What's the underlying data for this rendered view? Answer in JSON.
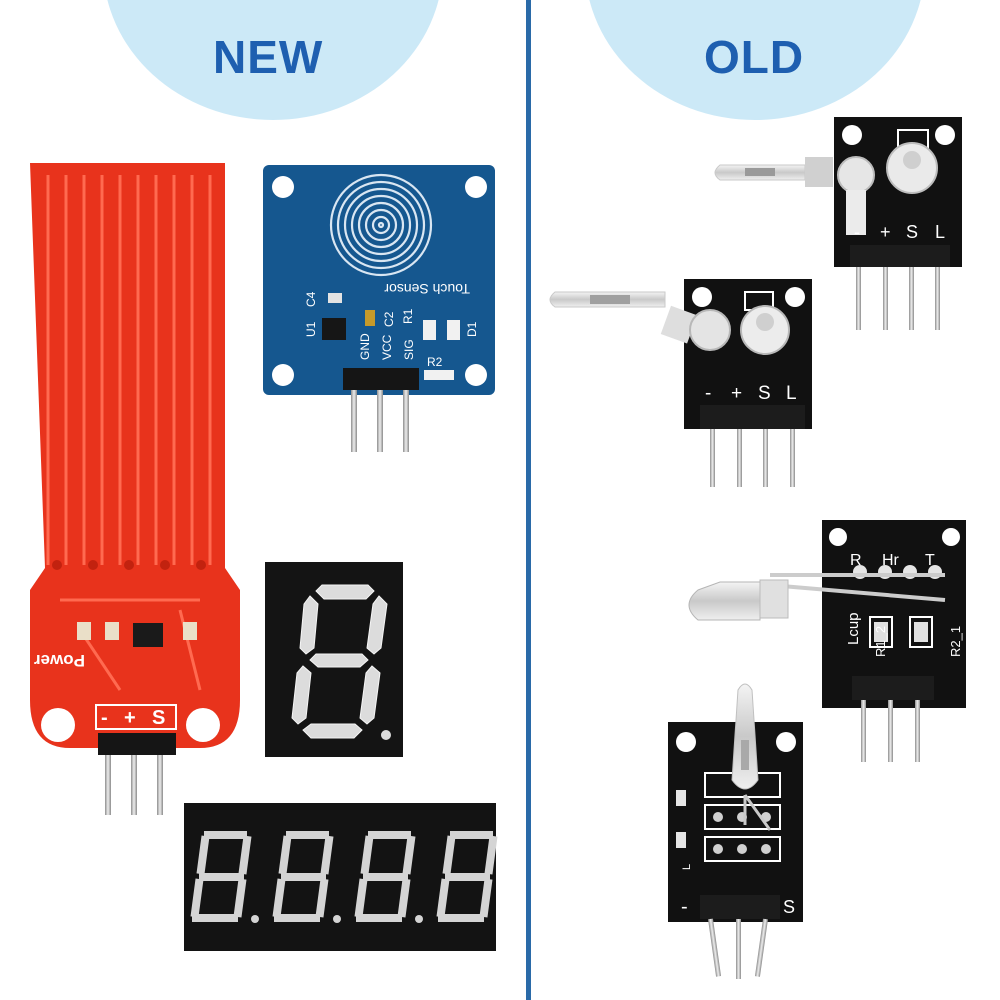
{
  "headings": {
    "new": "NEW",
    "old": "OLD"
  },
  "new_side": {
    "water_sensor": {
      "power_label": "Power",
      "pins": [
        "-",
        "+",
        "S"
      ]
    },
    "touch_sensor": {
      "title": "Touch Sensor",
      "labels": {
        "c4": "C4",
        "u1": "U1",
        "c2": "C2",
        "r1": "R1",
        "d1": "D1",
        "r2": "R2",
        "gnd": "GND",
        "vcc": "VCC",
        "sig": "SIG"
      }
    }
  },
  "old_side": {
    "tilt_module_a": {
      "pins": [
        "-",
        "+",
        "S",
        "L"
      ]
    },
    "tilt_module_b": {
      "pins": [
        "-",
        "+",
        "S",
        "L"
      ]
    },
    "heart_rate_module": {
      "labels": [
        "R",
        "Hr",
        "T"
      ],
      "side_label": "Lcup",
      "r1": "R1_2",
      "r2": "R2_1"
    },
    "reed_module": {
      "left": "-",
      "right": "S",
      "led": "L"
    }
  },
  "colors": {
    "accent": "#1e5fb0",
    "divider": "#2a6aa8",
    "bubble": "#cce9f7",
    "water_pcb": "#e8331c",
    "touch_pcb": "#15578f"
  }
}
